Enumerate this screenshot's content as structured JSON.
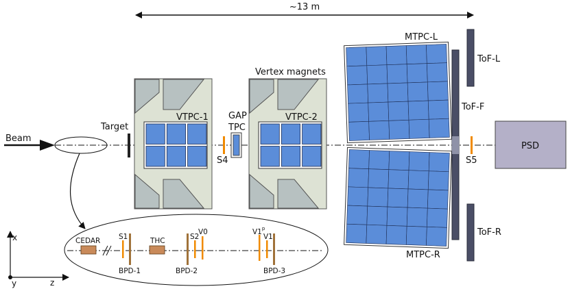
{
  "labels": {
    "length": "~13 m",
    "beam": "Beam",
    "target": "Target",
    "vtpc1": "VTPC-1",
    "vtpc2": "VTPC-2",
    "gap": "GAP",
    "tpc": "TPC",
    "vertex_magnets": "Vertex magnets",
    "s4": "S4",
    "s5": "S5",
    "mtpc_l": "MTPC-L",
    "mtpc_r": "MTPC-R",
    "tof_l": "ToF-L",
    "tof_f": "ToF-F",
    "tof_r": "ToF-R",
    "psd": "PSD",
    "axis_x": "x",
    "axis_y": "y",
    "axis_z": "z",
    "cedar": "CEDAR",
    "thc": "THC",
    "s1": "S1",
    "s2": "S2",
    "v0": "V0",
    "v1p": "V1",
    "v1p_sup": "p",
    "v1": "V1",
    "bpd1": "BPD-1",
    "bpd2": "BPD-2",
    "bpd3": "BPD-3"
  },
  "colors": {
    "magnet": "#dde2d4",
    "yoke": "#b7c1c1",
    "chamber": "#5b8dd9",
    "tof": "#4a4e66",
    "psd": "#b4b0c8",
    "scint": "#f08a00",
    "bpd": "#a0723a",
    "cedar": "#c98a5a"
  }
}
